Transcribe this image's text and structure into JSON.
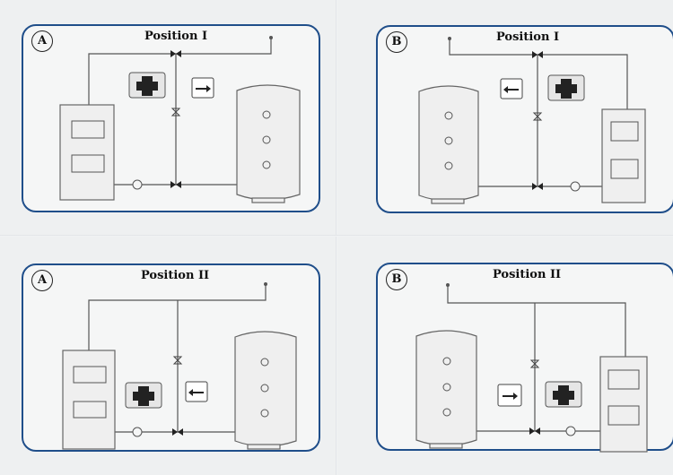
{
  "panels": [
    {
      "id": "a1",
      "letter": "A",
      "title": "Position I"
    },
    {
      "id": "b1",
      "letter": "B",
      "title": "Position I"
    },
    {
      "id": "a2",
      "letter": "A",
      "title": "Position II"
    },
    {
      "id": "b2",
      "letter": "B",
      "title": "Position II"
    }
  ],
  "colors": {
    "frame": "#1f4e8a",
    "paper": "#f5f6f6"
  },
  "icons": [
    "boiler-icon",
    "storage-tank-icon",
    "pump-icon",
    "three-way-valve-icon",
    "actuator-icon",
    "direction-arrow-icon",
    "check-valve-icon",
    "air-vent-icon"
  ]
}
